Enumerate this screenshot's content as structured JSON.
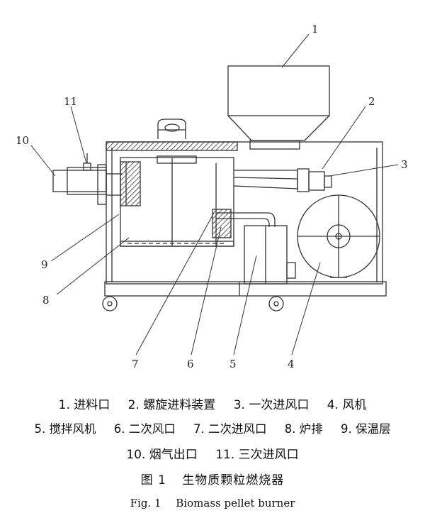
{
  "callouts": [
    "1",
    "2",
    "3",
    "4",
    "5",
    "6",
    "7",
    "8",
    "9",
    "10",
    "11"
  ],
  "legend": {
    "row1": [
      "1. 进料口",
      "2. 螺旋进料装置",
      "3. 一次进风口",
      "4. 风机"
    ],
    "row2": [
      "5. 搅拌风机",
      "6. 二次风口",
      "7. 二次进风口",
      "8. 炉排",
      "9. 保温层"
    ],
    "row3": [
      "10. 烟气出口",
      "11. 三次进风口"
    ]
  },
  "title_cn": {
    "label": "图 1",
    "text": "生物质颗粒燃烧器"
  },
  "title_en": {
    "label": "Fig. 1",
    "text": "Biomass pellet burner"
  }
}
